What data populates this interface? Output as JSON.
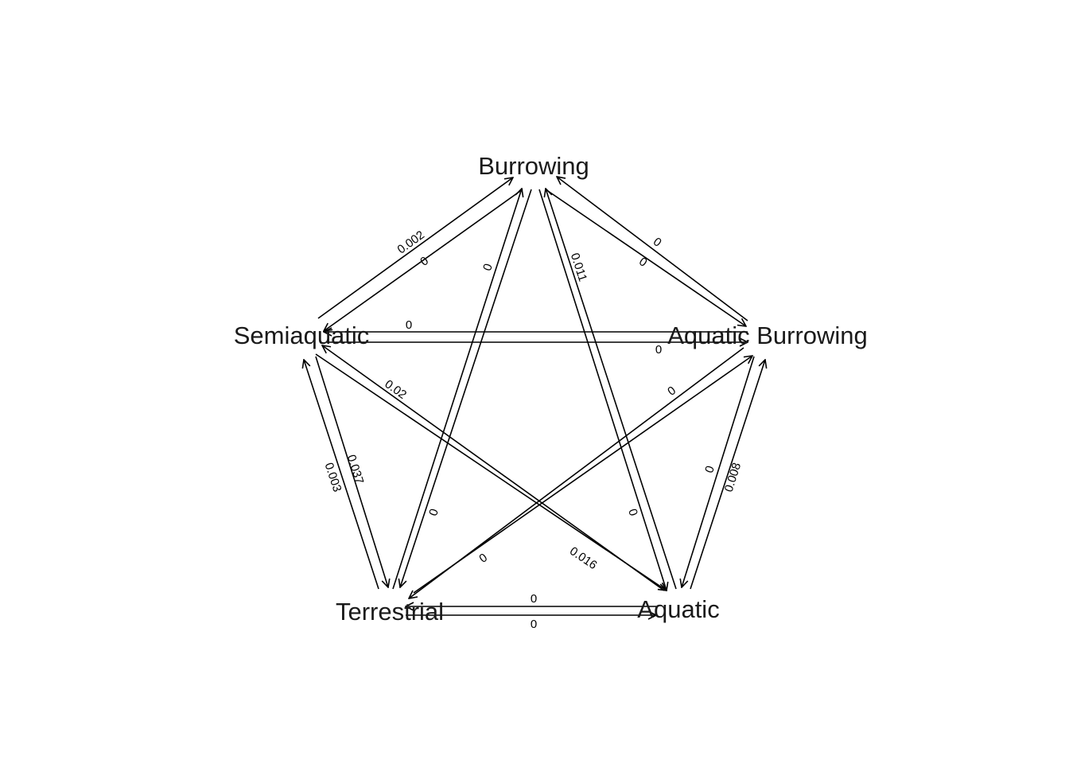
{
  "nodes": [
    "Burrowing",
    "Aquatic Burrowing",
    "Aquatic",
    "Terrestrial",
    "Semiaquatic"
  ],
  "edges": [
    {
      "from": "Semiaquatic",
      "to": "Burrowing",
      "value": "0.002"
    },
    {
      "from": "Burrowing",
      "to": "Semiaquatic",
      "value": "0"
    },
    {
      "from": "Terrestrial",
      "to": "Burrowing",
      "value": "0"
    },
    {
      "from": "Burrowing",
      "to": "Terrestrial",
      "value": "0"
    },
    {
      "from": "Aquatic",
      "to": "Burrowing",
      "value": "0.011"
    },
    {
      "from": "Burrowing",
      "to": "Aquatic",
      "value": "0"
    },
    {
      "from": "Aquatic Burrowing",
      "to": "Burrowing",
      "value": "0"
    },
    {
      "from": "Burrowing",
      "to": "Aquatic Burrowing",
      "value": "0"
    },
    {
      "from": "Aquatic Burrowing",
      "to": "Semiaquatic",
      "value": "0"
    },
    {
      "from": "Semiaquatic",
      "to": "Aquatic Burrowing",
      "value": "0"
    },
    {
      "from": "Terrestrial",
      "to": "Semiaquatic",
      "value": "0.003"
    },
    {
      "from": "Semiaquatic",
      "to": "Terrestrial",
      "value": "0.037"
    },
    {
      "from": "Aquatic",
      "to": "Semiaquatic",
      "value": "0.02"
    },
    {
      "from": "Semiaquatic",
      "to": "Aquatic",
      "value": "0.016"
    },
    {
      "from": "Aquatic Burrowing",
      "to": "Terrestrial",
      "value": "0"
    },
    {
      "from": "Terrestrial",
      "to": "Aquatic Burrowing",
      "value": "0"
    },
    {
      "from": "Aquatic",
      "to": "Aquatic Burrowing",
      "value": "0"
    },
    {
      "from": "Aquatic Burrowing",
      "to": "Aquatic",
      "value": "0.008"
    },
    {
      "from": "Aquatic",
      "to": "Terrestrial",
      "value": "0"
    },
    {
      "from": "Terrestrial",
      "to": "Aquatic",
      "value": "0"
    }
  ]
}
